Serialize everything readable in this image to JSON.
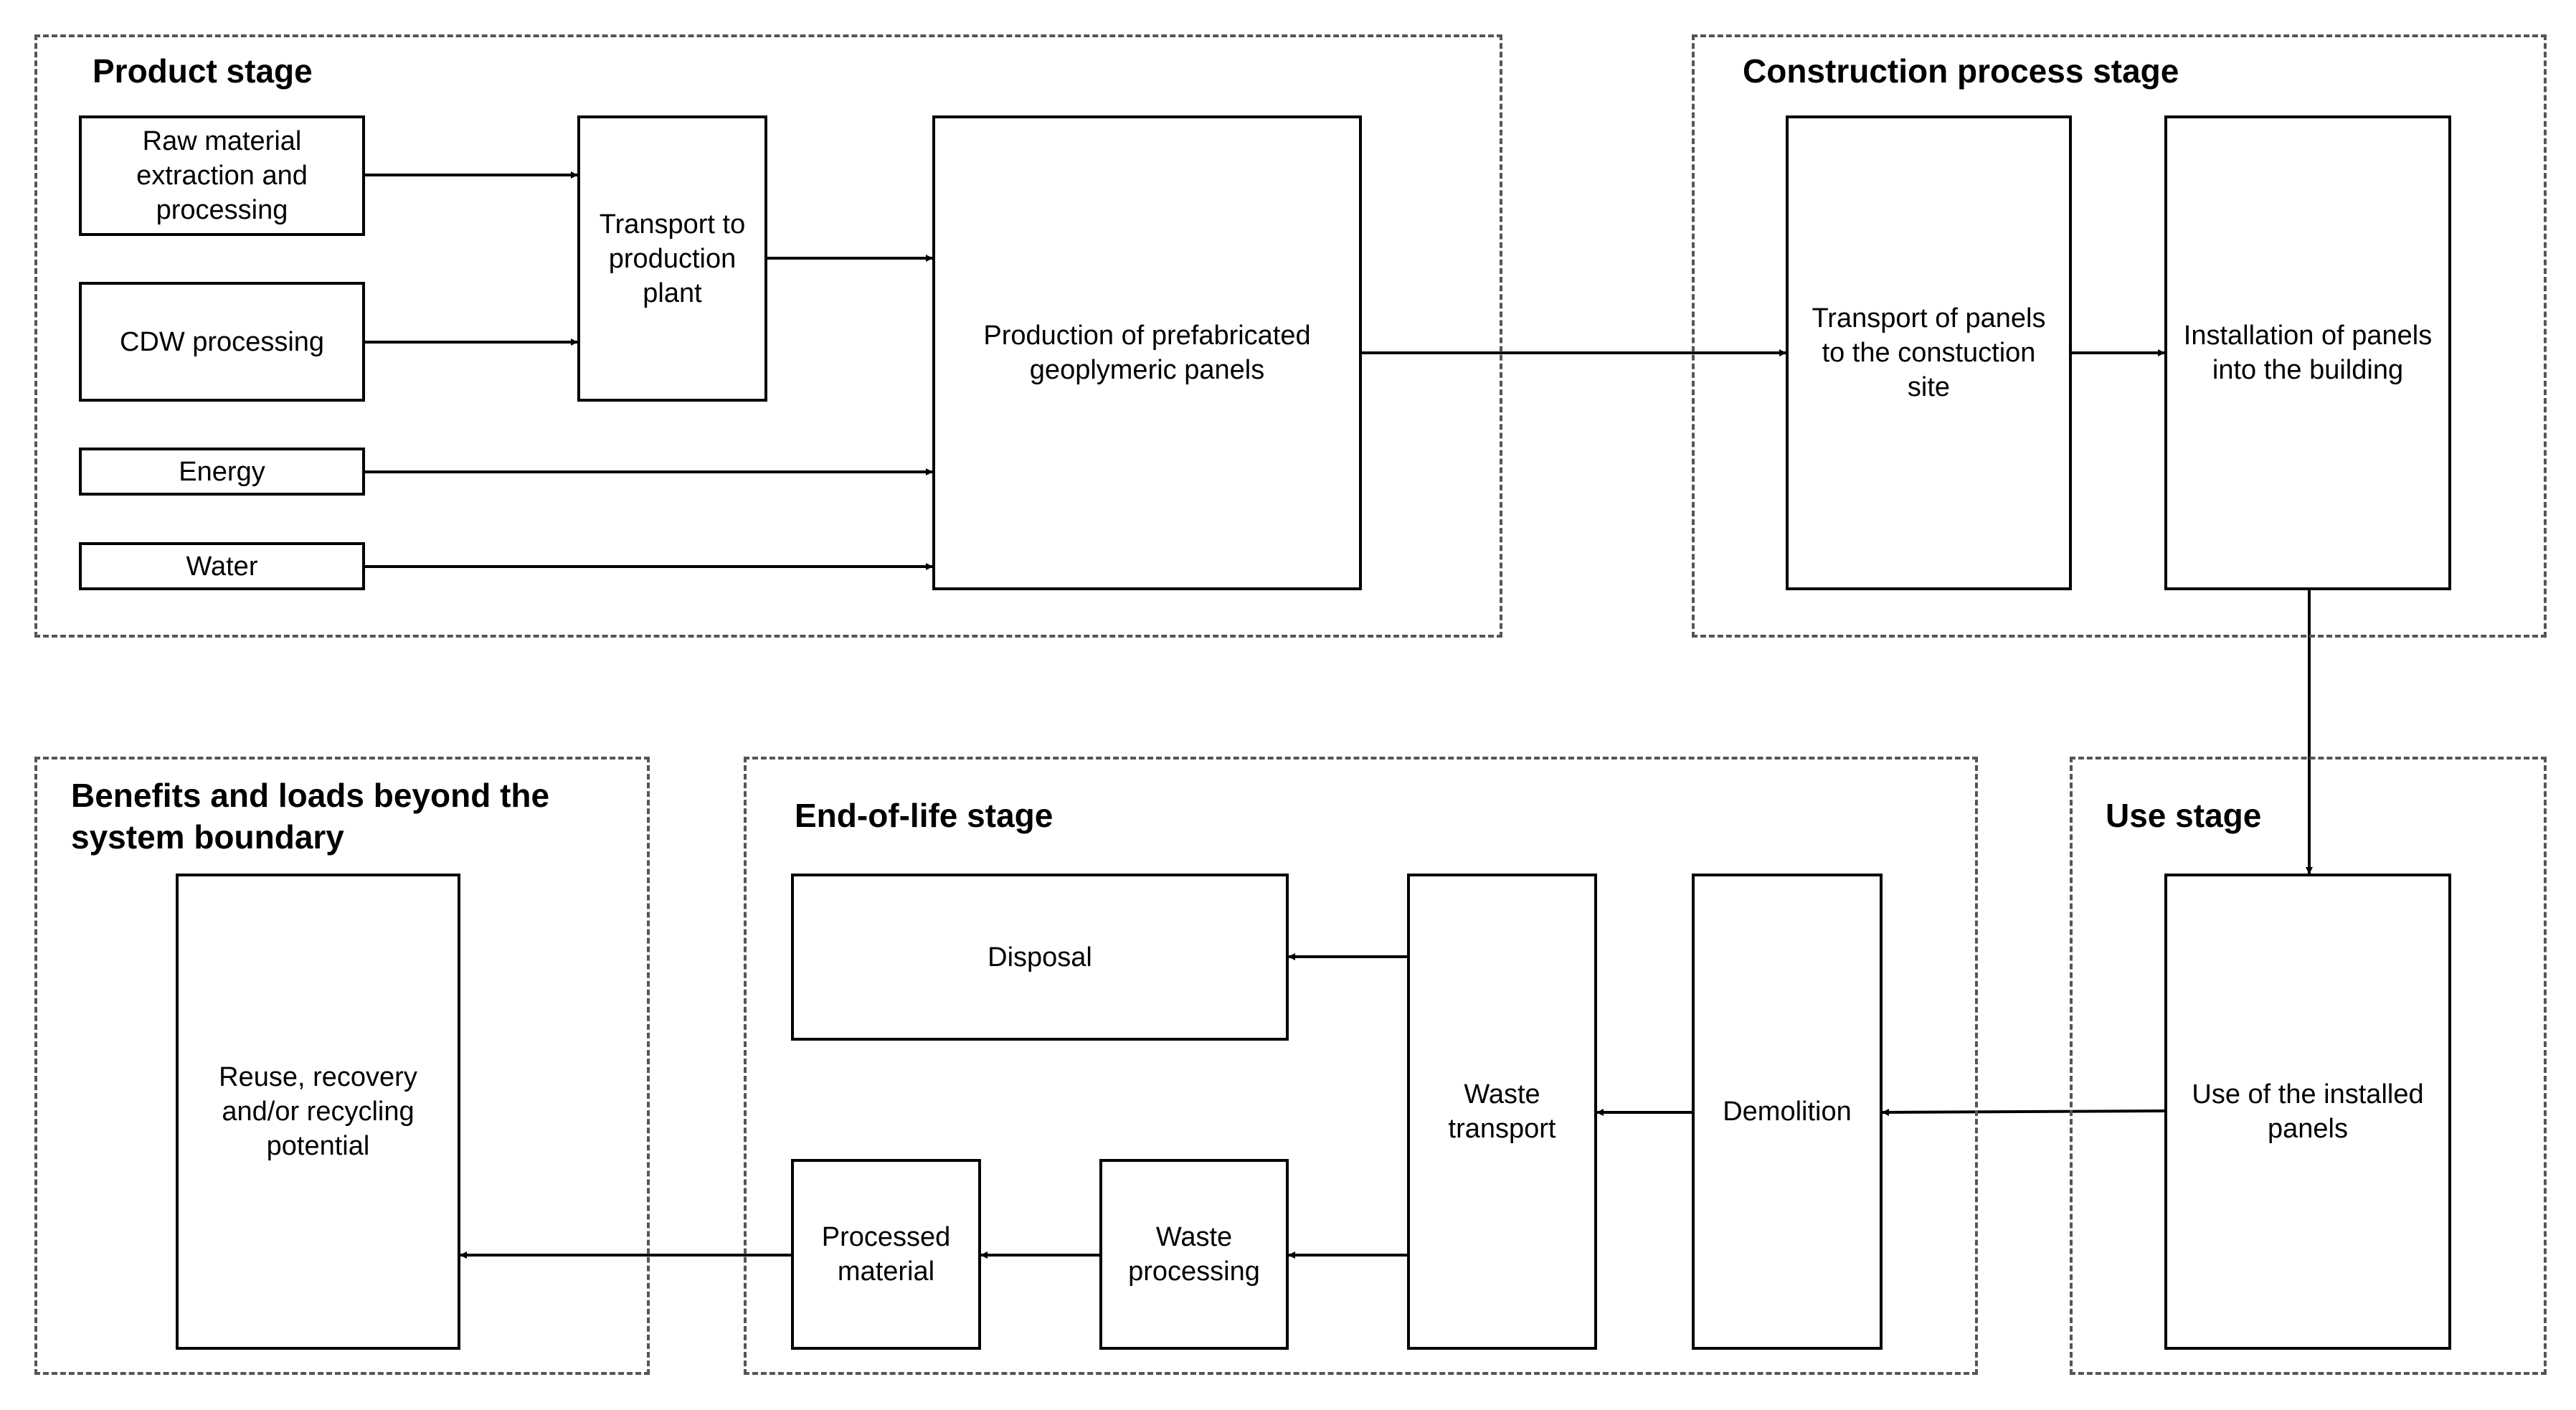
{
  "stages": {
    "product": "Product stage",
    "construction": "Construction process stage",
    "use": "Use stage",
    "end_of_life": "End-of-life stage",
    "beyond": "Benefits and loads beyond the system boundary"
  },
  "nodes": {
    "raw_material": "Raw material extraction and processing",
    "cdw": "CDW processing",
    "energy": "Energy",
    "water": "Water",
    "transport_plant": "Transport to production plant",
    "production": "Production of prefabricated geoplymeric panels",
    "transport_site": "Transport of panels to the constuction site",
    "installation": "Installation of panels into the building",
    "use_panels": "Use of the installed panels",
    "demolition": "Demolition",
    "waste_transport": "Waste transport",
    "disposal": "Disposal",
    "waste_processing": "Waste processing",
    "processed_material": "Processed material",
    "reuse": "Reuse, recovery and/or recycling potential"
  },
  "colors": {
    "line": "#000000",
    "boundary": "#555555"
  }
}
